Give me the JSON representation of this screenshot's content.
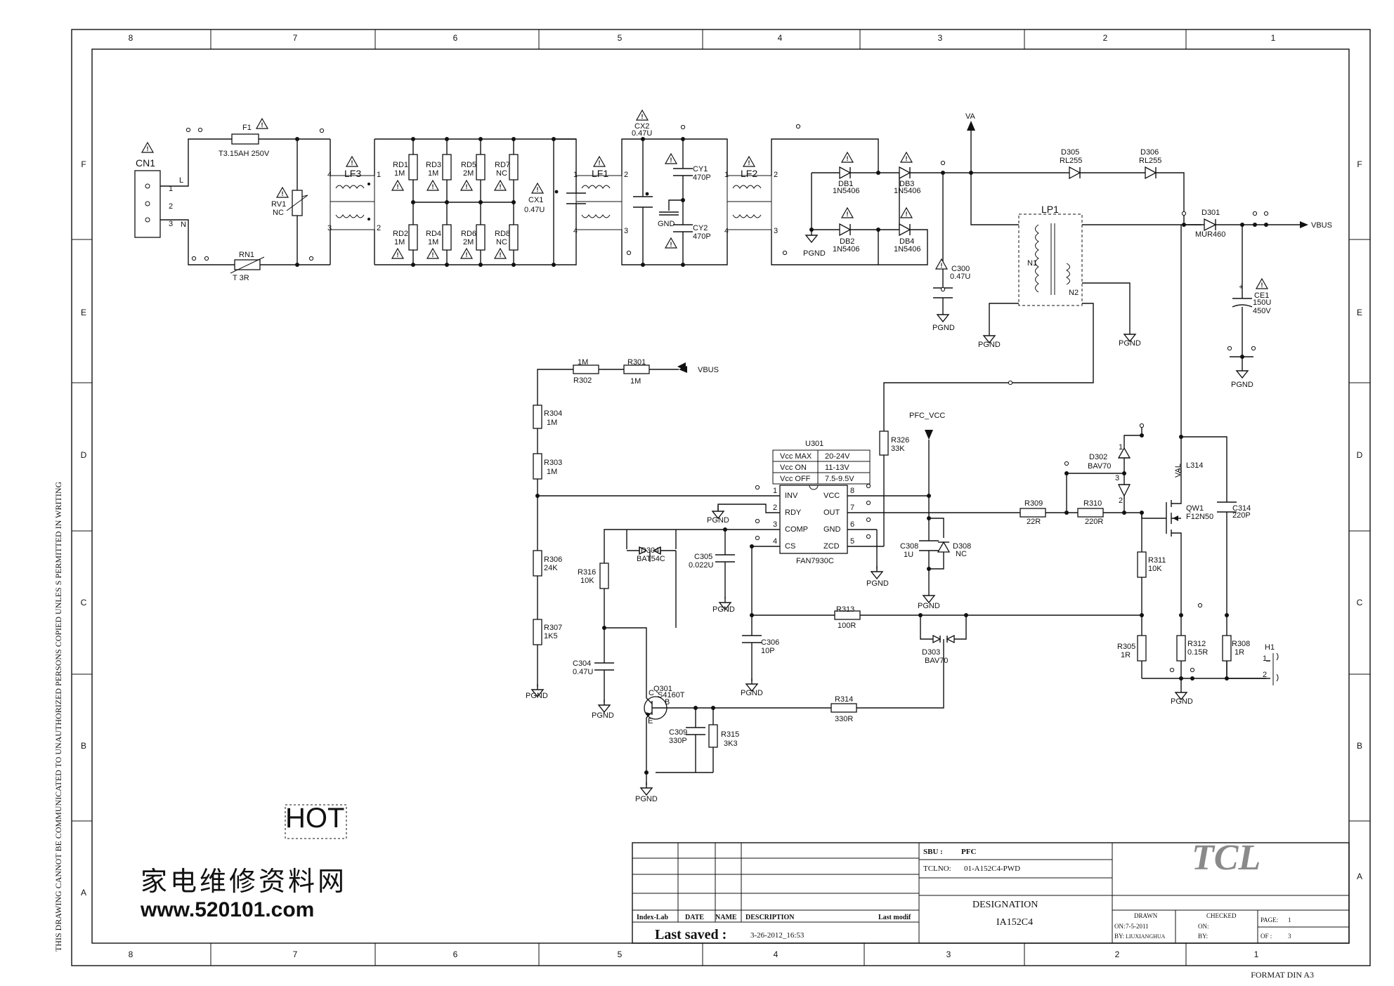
{
  "frame": {
    "zones_h_top": [
      "8",
      "7",
      "6",
      "5",
      "4",
      "3",
      "2",
      "1"
    ],
    "zones_h_bottom": [
      "8",
      "7",
      "6",
      "5",
      "4",
      "3",
      "2",
      "1"
    ],
    "zones_v": [
      "F",
      "E",
      "D",
      "C",
      "B",
      "A"
    ],
    "zones_v_right": [
      "F",
      "E",
      "D",
      "C",
      "B",
      "A"
    ],
    "side_text": "THIS DRAWING CANNOT BE COMMUNICATED TO UNAUTHORIZED PERSONS COPIED UNLES S PERMITTED IN WRITING",
    "format": "FORMAT DIN A3"
  },
  "stamp": {
    "hot": "HOT",
    "watermark_cn": "家电维修资料网",
    "watermark_url": "www.520101.com"
  },
  "nets": {
    "va": "VA",
    "vbus": "VBUS",
    "vbus2": "VBUS",
    "pfc_vcc": "PFC_VCC",
    "pgnd": "PGND",
    "gnd": "GND"
  },
  "connector": {
    "name": "CN1",
    "pin1": "1",
    "pin2": "2",
    "pin3": "3",
    "line": "L",
    "neutral": "N"
  },
  "input": {
    "F1": "F1",
    "F1v": "T3.15AH 250V",
    "RN1": "RN1",
    "RN1v": "T  3R",
    "RV1": "RV1",
    "RV1v": "NC",
    "LF3": "LF3",
    "LF1": "LF1",
    "LF2": "LF2",
    "CX1": "CX1",
    "CX1v": "0.47U",
    "CX2": "CX2",
    "CX2v": "0.47U",
    "CY1": "CY1",
    "CY1v": "470P",
    "CY2": "CY2",
    "CY2v": "470P",
    "pin1": "1",
    "pin2": "2",
    "pin3": "3",
    "pin4": "4"
  },
  "resistors_rd": [
    {
      "name": "RD1",
      "value": "1M"
    },
    {
      "name": "RD3",
      "value": "1M"
    },
    {
      "name": "RD5",
      "value": "2M"
    },
    {
      "name": "RD7",
      "value": "NC"
    },
    {
      "name": "RD2",
      "value": "1M"
    },
    {
      "name": "RD4",
      "value": "1M"
    },
    {
      "name": "RD6",
      "value": "2M"
    },
    {
      "name": "RD8",
      "value": "NC"
    }
  ],
  "bridge": [
    {
      "name": "DB1",
      "value": "1N5406"
    },
    {
      "name": "DB3",
      "value": "1N5406"
    },
    {
      "name": "DB2",
      "value": "1N5406"
    },
    {
      "name": "DB4",
      "value": "1N5406"
    }
  ],
  "pfc": {
    "C300": "C300",
    "C300v": "0.47U",
    "LP1": "LP1",
    "N1": "N1",
    "N2": "N2",
    "D305": "D305",
    "D305v": "RL255",
    "D306": "D306",
    "D306v": "RL255",
    "D301": "D301",
    "D301v": "MUR460",
    "CE1": "CE1",
    "CE1v1": "150U",
    "CE1v2": "450V"
  },
  "ic": {
    "ref": "U301",
    "part": "FAN7930C",
    "table": [
      [
        "Vcc MAX",
        "20-24V"
      ],
      [
        "Vcc  ON",
        "11-13V"
      ],
      [
        "Vcc OFF",
        "7.5-9.5V"
      ]
    ],
    "pins_left": [
      {
        "n": "1",
        "name": "INV"
      },
      {
        "n": "2",
        "name": "RDY"
      },
      {
        "n": "3",
        "name": "COMP"
      },
      {
        "n": "4",
        "name": "CS"
      }
    ],
    "pins_right": [
      {
        "n": "8",
        "name": "VCC"
      },
      {
        "n": "7",
        "name": "OUT"
      },
      {
        "n": "6",
        "name": "GND"
      },
      {
        "n": "5",
        "name": "ZCD"
      }
    ]
  },
  "ctrl": {
    "R302": "R302",
    "R302v": "1M",
    "R301": "R301",
    "R301v": "1M",
    "R304": "R304",
    "R304v": "1M",
    "R303": "R303",
    "R303v": "1M",
    "R306": "R306",
    "R306v": "24K",
    "R307": "R307",
    "R307v": "1K5",
    "R316": "R316",
    "R316v": "10K",
    "D304": "D304",
    "D304v": "BAT54C",
    "C305": "C305",
    "C305v": "0.022U",
    "C306": "C306",
    "C306v": "10P",
    "C304": "C304",
    "C304v": "0.47U",
    "Q301": "Q301",
    "Q301v": "S4160T",
    "qC": "C",
    "qB": "B",
    "qE": "E",
    "C309": "C309",
    "C309v": "330P",
    "R315": "R315",
    "R315v": "3K3",
    "R314": "R314",
    "R314v": "330R",
    "R313": "R313",
    "R313v": "100R",
    "D303": "D303",
    "D303v": "BAV70",
    "R326": "R326",
    "R326v": "33K",
    "C308": "C308",
    "C308v": "1U",
    "D308": "D308",
    "D308v": "NC",
    "R309": "R309",
    "R309v": "22R",
    "R310": "R310",
    "R310v": "220R",
    "D302": "D302",
    "D302v": "BAV70",
    "d1": "1",
    "d2": "2",
    "d3": "3",
    "QW1": "QW1",
    "QW1v": "F12N50",
    "L314": "L314",
    "VAL": "VAL",
    "C314": "C314",
    "C314v": "220P",
    "R311": "R311",
    "R311v": "10K",
    "R305": "R305",
    "R305v": "1R",
    "R312": "R312",
    "R312v": "0.15R",
    "R308": "R308",
    "R308v": "1R",
    "H1": "H1",
    "h1": "1",
    "h2": "2"
  },
  "title_block": {
    "sbu_label": "SBU :",
    "sbu": "PFC",
    "tclno_label": "TCLNO:",
    "tclno": "01-A152C4-PWD",
    "brand": "TCL",
    "col_index": "Index-Lab",
    "col_date": "DATE",
    "col_name": "NAME",
    "col_desc": "DESCRIPTION",
    "col_last": "Last modif",
    "last_saved_label": "Last saved :",
    "last_saved": "3-26-2012_16:53",
    "designation_label": "DESIGNATION",
    "designation": "IA152C4",
    "drawn": "DRAWN",
    "on": "ON:",
    "drawn_on": "7-5-2011",
    "by": "BY:",
    "drawn_by": "LIUXIANGHUA",
    "checked": "CHECKED",
    "on2": "ON:",
    "by2": "BY:",
    "page_label": "PAGE:",
    "page": "1",
    "of_label": "OF :",
    "of": "3"
  }
}
